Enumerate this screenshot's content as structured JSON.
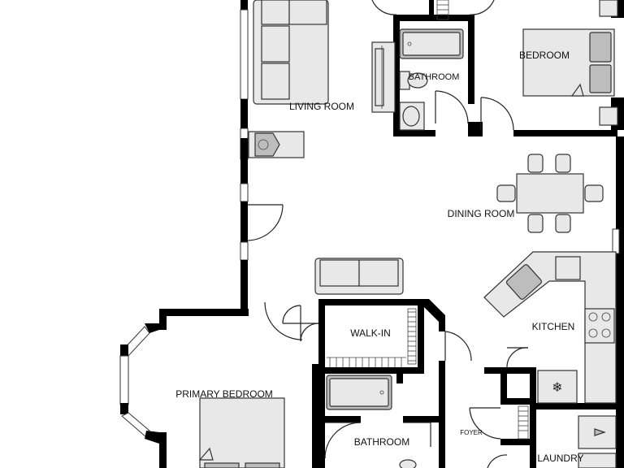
{
  "rooms": {
    "living_room": "LIVING ROOM",
    "bedroom": "BEDROOM",
    "bathroom_top": "BATHROOM",
    "dining_room": "DINING ROOM",
    "kitchen": "KITCHEN",
    "walk_in": "WALK-IN",
    "primary_bedroom": "PRIMARY BEDROOM",
    "bathroom_bottom": "BATHROOM",
    "foyer": "FOYER",
    "laundry": "LAUNDRY"
  }
}
